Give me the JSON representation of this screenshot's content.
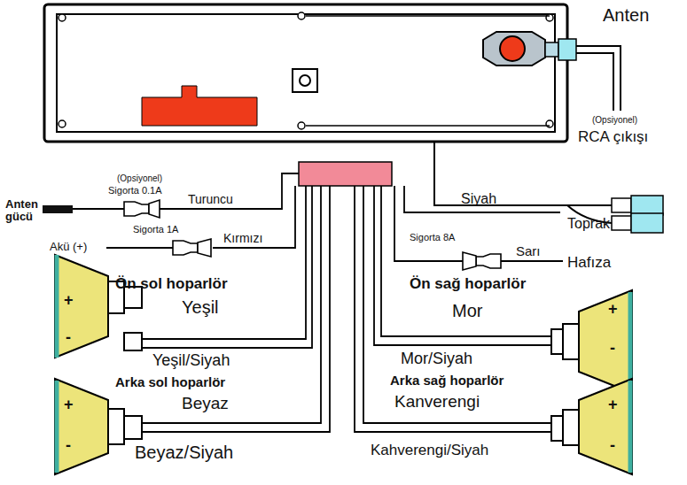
{
  "diagram": {
    "labels": [
      "Anten",
      "(Opsiyonel)",
      "RCA çıkışı",
      "(Opsiyonel)",
      "Sigorta 0.1A",
      "Anten gücü",
      "Turuncu",
      "Siyah",
      "Toprak",
      "Sigorta 1A",
      "Kırmızı",
      "Akü (+)",
      "Sigorta 8A",
      "Sarı",
      "Hafıza",
      "Ön sol hoparlör",
      "Yeşil",
      "Ön sağ hoparlör",
      "Mor",
      "Yeşil/Siyah",
      "Mor/Siyah",
      "Arka sol hoparlör",
      "Beyaz",
      "Arka sağ hoparlör",
      "Kanverengi",
      "Beyaz/Siyah",
      "Kahverengi/Siyah",
      "+",
      "-",
      "+",
      "-",
      "+",
      "-",
      "+",
      "-"
    ]
  }
}
